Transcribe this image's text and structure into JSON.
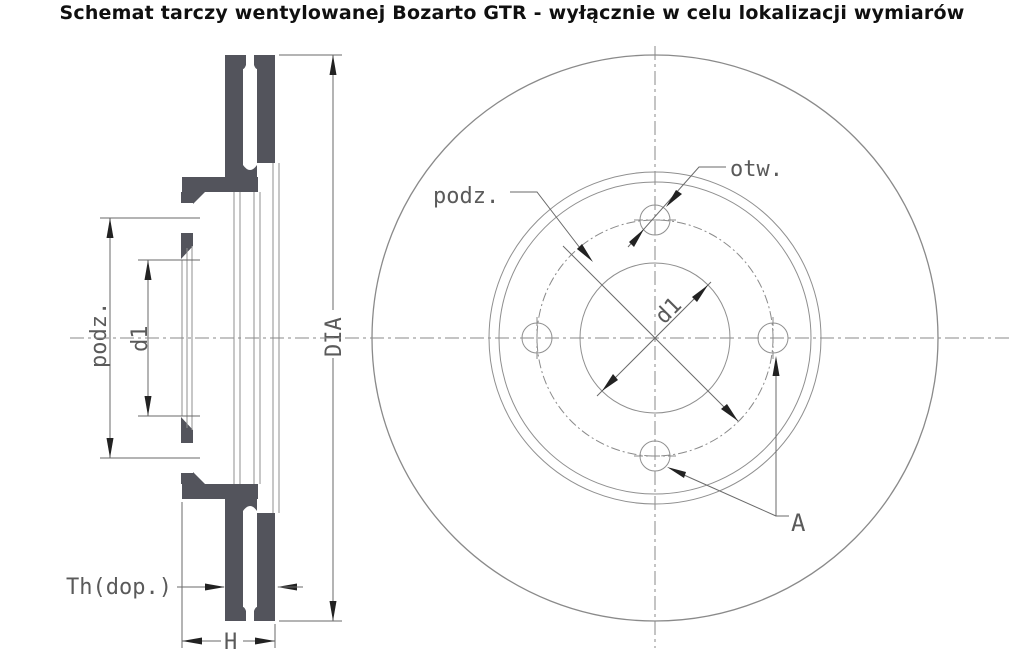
{
  "title": "Schemat tarczy wentylowanej Bozarto GTR - wyłącznie w celu lokalizacji wymiarów",
  "colors": {
    "background": "#ffffff",
    "outline_gray": "#8a8a8a",
    "section_fill": "#53545c",
    "dimension_gray": "#6a6a6a",
    "arrow_black": "#222222",
    "label_gray": "#5a5a5a",
    "title_text": "#101010"
  },
  "section_view": {
    "description": "cross-section of ventilated brake disc",
    "labels": {
      "podz": "podz.",
      "d1": "d1",
      "dia": "DIA",
      "th": "Th(dop.)",
      "h": "H"
    }
  },
  "front_view": {
    "description": "front view of disc with 4 bolt holes",
    "bolt_hole_count": 4,
    "labels": {
      "podz": "podz.",
      "otw": "otw.",
      "d1": "d1",
      "a": "A"
    }
  }
}
